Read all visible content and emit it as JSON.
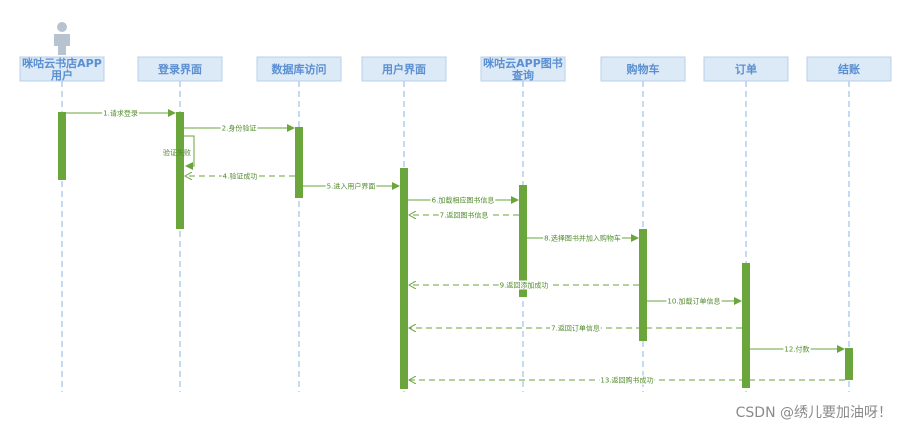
{
  "diagram": {
    "participants": [
      {
        "id": "user",
        "label_lines": [
          "咪咕云书店APP",
          "用户"
        ],
        "is_actor": true
      },
      {
        "id": "login",
        "label_lines": [
          "登录界面"
        ]
      },
      {
        "id": "db",
        "label_lines": [
          "数据库访问"
        ]
      },
      {
        "id": "ui",
        "label_lines": [
          "用户界面"
        ]
      },
      {
        "id": "query",
        "label_lines": [
          "咪咕云APP图书",
          "查询"
        ]
      },
      {
        "id": "cart",
        "label_lines": [
          "购物车"
        ]
      },
      {
        "id": "order",
        "label_lines": [
          "订单"
        ]
      },
      {
        "id": "checkout",
        "label_lines": [
          "结账"
        ]
      }
    ],
    "messages": [
      {
        "from": "user",
        "to": "login",
        "label": "1.请求登录",
        "kind": "call"
      },
      {
        "from": "login",
        "to": "db",
        "label": "2.身份验证",
        "kind": "call"
      },
      {
        "from": "db",
        "to": "login",
        "label": "4.验证成功",
        "kind": "return"
      },
      {
        "from": "db",
        "to": "ui",
        "label": "5.进入用户界面",
        "kind": "call"
      },
      {
        "from": "ui",
        "to": "query",
        "label": "6.加载相应图书信息",
        "kind": "call"
      },
      {
        "from": "query",
        "to": "ui",
        "label": "7.返回图书信息",
        "kind": "return"
      },
      {
        "from": "query",
        "to": "cart",
        "label": "8.选择图书并加入购物车",
        "kind": "call"
      },
      {
        "from": "cart",
        "to": "ui",
        "label": "9.返回添加成功",
        "kind": "return"
      },
      {
        "from": "cart",
        "to": "order",
        "label": "10.加载订单信息",
        "kind": "call"
      },
      {
        "from": "order",
        "to": "ui",
        "label": "7.返回订单信息",
        "kind": "return"
      },
      {
        "from": "order",
        "to": "checkout",
        "label": "12.付款",
        "kind": "call"
      },
      {
        "from": "checkout",
        "to": "ui",
        "label": "13.返回购书成功",
        "kind": "return"
      }
    ],
    "self_message": {
      "on": "login",
      "label": "验证失败"
    },
    "colors": {
      "lifeline": "#8ab4e0",
      "head_fill": "#dce9f6",
      "head_stroke": "#b8d0ea",
      "activation": "#6aa63c",
      "message": "#6aa63c",
      "actor": "#b7c3cf"
    }
  },
  "watermark": "CSDN @绣儿要加油呀！"
}
